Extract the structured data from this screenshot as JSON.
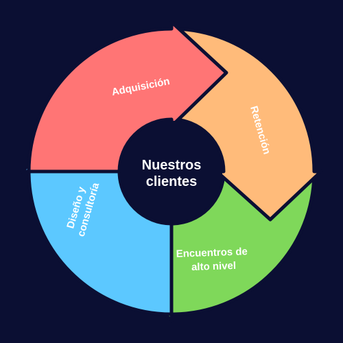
{
  "diagram": {
    "background": "#0b0f33",
    "center": {
      "line1": "Nuestros",
      "line2": "clientes",
      "color": "#0b0f33"
    },
    "segments": [
      {
        "id": "adquisicion",
        "lines": [
          "Adquisición"
        ],
        "color": "#ff7575"
      },
      {
        "id": "retencion",
        "lines": [
          "Retención"
        ],
        "color": "#ffbb7a"
      },
      {
        "id": "encuentros",
        "lines": [
          "Encuentros de",
          "alto nivel"
        ],
        "color": "#7fd85a"
      },
      {
        "id": "diseno",
        "lines": [
          "Diseño y",
          "consultoría"
        ],
        "color": "#5cc8ff"
      }
    ]
  }
}
